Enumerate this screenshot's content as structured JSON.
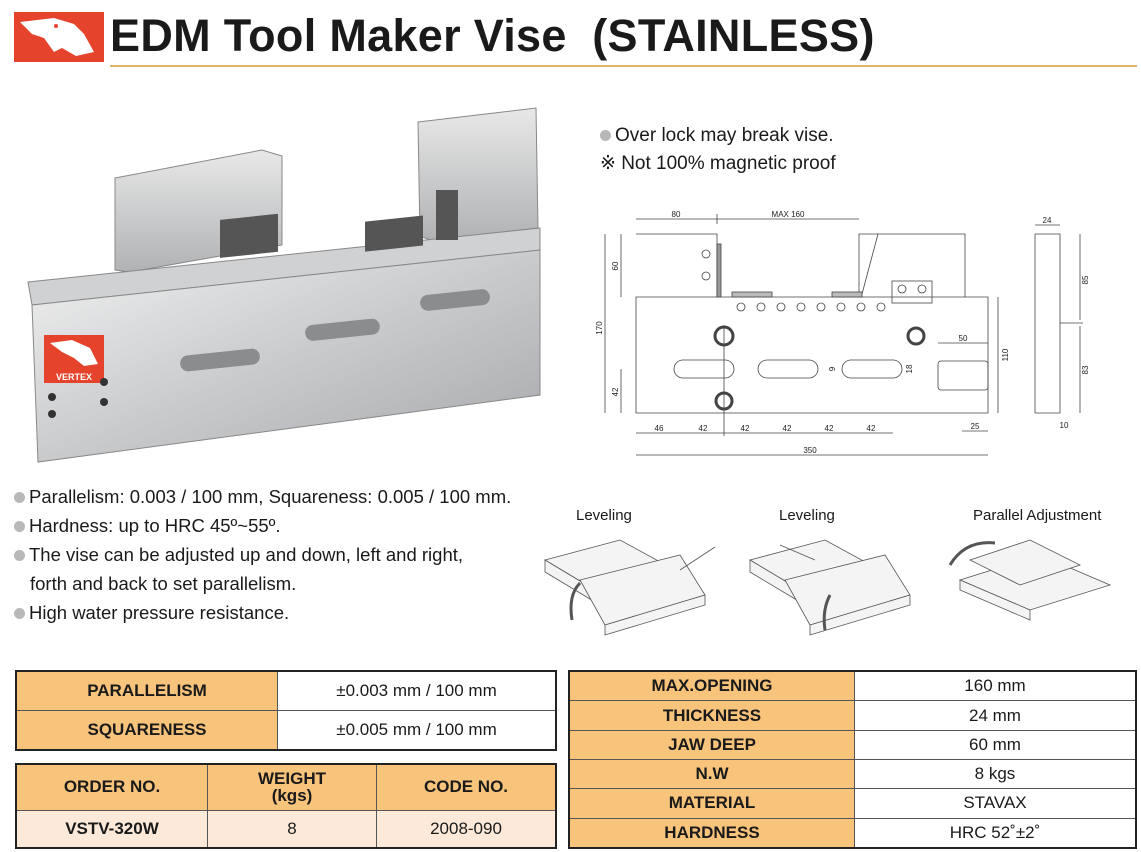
{
  "header": {
    "brand": "VERTEX",
    "title": "EDM Tool Maker Vise  (STAINLESS)"
  },
  "notes": [
    "Over lock may break vise.",
    "※ Not 100% magnetic proof"
  ],
  "drawing": {
    "dims": {
      "d80": "80",
      "max160": "MAX 160",
      "d170": "170",
      "d60": "60",
      "d42v": "42",
      "d110": "110",
      "d50": "50",
      "d9": "9",
      "d18": "18",
      "b46": "46",
      "b42a": "42",
      "b42b": "42",
      "b42c": "42",
      "b42d": "42",
      "b42e": "42",
      "d350": "350",
      "d25": "25",
      "s24": "24",
      "s85": "85",
      "s83": "83",
      "s10": "10"
    }
  },
  "features": [
    "Parallelism: 0.003 / 100 mm, Squareness: 0.005 / 100 mm.",
    "Hardness: up to HRC 45º~55º.",
    "The vise can be adjusted up and down, left and right,",
    "forth and back to set parallelism.",
    "High water pressure resistance."
  ],
  "illustrations": [
    "Leveling",
    "Leveling",
    "Parallel Adjustment"
  ],
  "accuracy_table": [
    {
      "label": "PARALLELISM",
      "value": "±0.003 mm / 100 mm"
    },
    {
      "label": "SQUARENESS",
      "value": "±0.005 mm / 100 mm"
    }
  ],
  "order_table": {
    "headers": [
      "ORDER NO.",
      "WEIGHT",
      "(kgs)",
      "CODE NO."
    ],
    "row": {
      "order_no": "VSTV-320W",
      "weight": "8",
      "code_no": "2008-090"
    }
  },
  "spec_table": [
    {
      "label": "MAX.OPENING",
      "value": "160 mm"
    },
    {
      "label": "THICKNESS",
      "value": "24 mm"
    },
    {
      "label": "JAW DEEP",
      "value": "60 mm"
    },
    {
      "label": "N.W",
      "value": "8 kgs"
    },
    {
      "label": "MATERIAL",
      "value": "STAVAX"
    },
    {
      "label": "HARDNESS",
      "value": "HRC 52˚±2˚"
    }
  ],
  "colors": {
    "brand_red": "#e5432b",
    "header_orange": "#f8c37b",
    "row_peach": "#fde9d9",
    "rule_gold": "#d9b46a"
  }
}
